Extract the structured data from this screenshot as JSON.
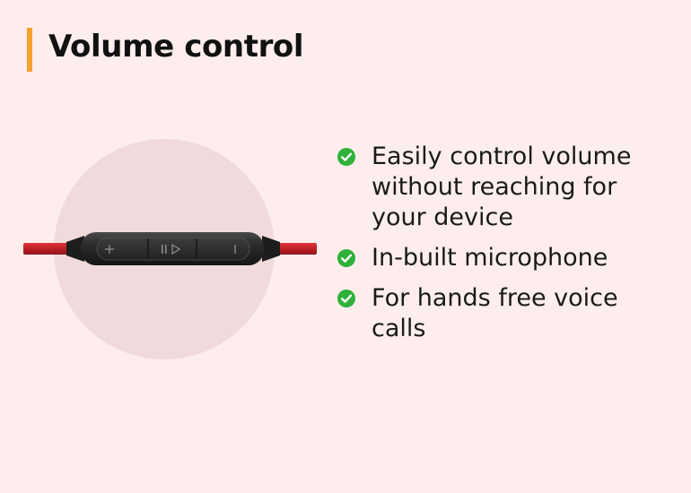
{
  "header": {
    "title": "Volume control",
    "accent_color": "#f5a12f"
  },
  "colors": {
    "background": "#fdeeed",
    "circle": "#f1dadb",
    "cable": "#c9262c",
    "remote_body": "#2a2a2a",
    "check": "#2fb13a"
  },
  "remote": {
    "button_icons": [
      "volume-up-icon",
      "play-pause-icon",
      "volume-down-icon"
    ]
  },
  "features": [
    {
      "text": "Easily control volume without reaching for your device",
      "icon": "check-circle-icon"
    },
    {
      "text": "In-built microphone",
      "icon": "check-circle-icon"
    },
    {
      "text": "For hands free voice calls",
      "icon": "check-circle-icon"
    }
  ]
}
